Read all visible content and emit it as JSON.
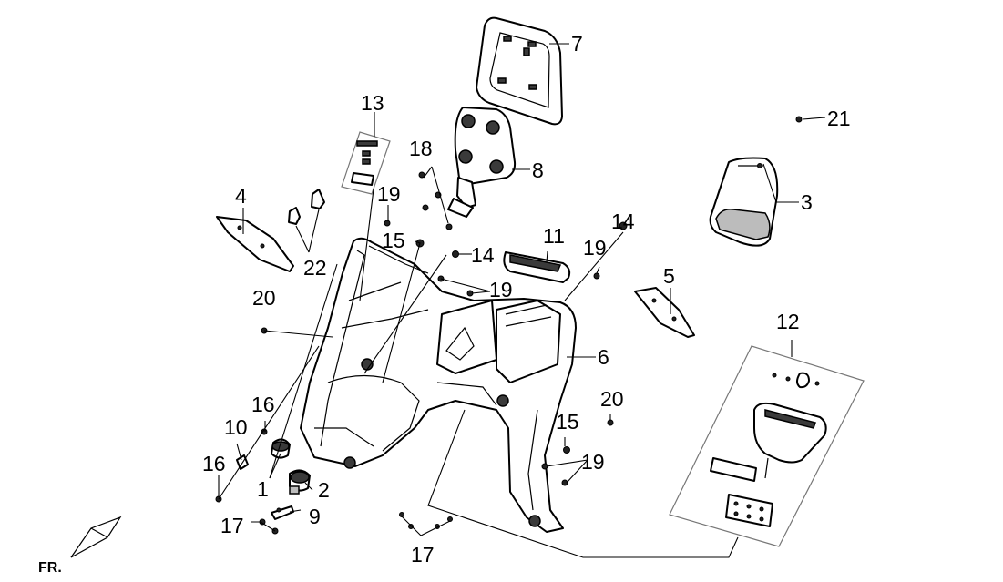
{
  "labels": {
    "p1": "1",
    "p2": "2",
    "p3": "3",
    "p4": "4",
    "p5": "5",
    "p6": "6",
    "p7": "7",
    "p8": "8",
    "p9": "9",
    "p10": "10",
    "p11": "11",
    "p12": "12",
    "p13": "13",
    "p14a": "14",
    "p14b": "14",
    "p15a": "15",
    "p15b": "15",
    "p16a": "16",
    "p16b": "16",
    "p17a": "17",
    "p17b": "17",
    "p18": "18",
    "p19a": "19",
    "p19b": "19",
    "p19c": "19",
    "p19d": "19",
    "p20a": "20",
    "p20b": "20",
    "p21": "21",
    "p22": "22"
  },
  "front_marker": "FR."
}
